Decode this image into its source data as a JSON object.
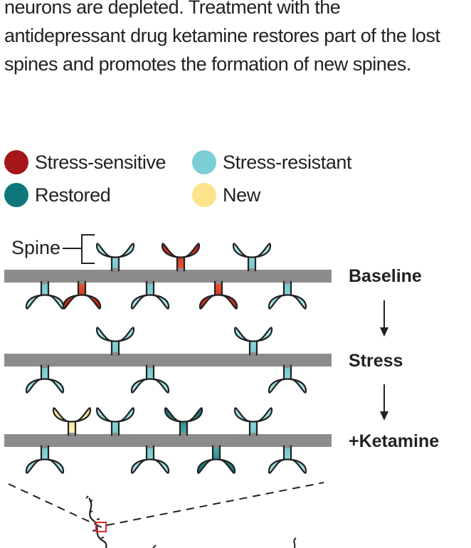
{
  "caption": {
    "lines": [
      "",
      "neurons are depleted. Treatment with the",
      "antidepressant drug ketamine restores part of the lost",
      "spines and promotes the formation of new spines."
    ]
  },
  "legend": [
    {
      "label": "Stress-sensitive",
      "color": "#a4161a"
    },
    {
      "label": "Stress-resistant",
      "color": "#7ccfd4"
    },
    {
      "label": "Restored",
      "color": "#0d777a"
    },
    {
      "label": "New",
      "color": "#fde48c"
    }
  ],
  "spine_label": "Spine",
  "stages": [
    {
      "label": "Baseline"
    },
    {
      "label": "Stress"
    },
    {
      "label": "+Ketamine"
    }
  ],
  "colors": {
    "dendrite": "#8c8c8c",
    "outline": "#222222",
    "sensitive_light": "#e84f2f",
    "resistant_light": "#aee4e8",
    "restored_light": "#48a8ab",
    "new_light": "#fff3bd",
    "inset_box": "#d92b2b"
  }
}
